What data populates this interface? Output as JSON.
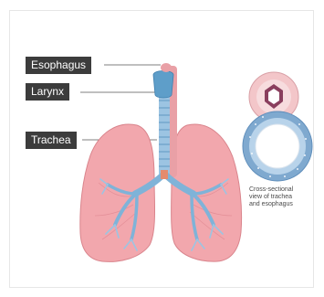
{
  "labels": {
    "esophagus": "Esophagus",
    "larynx": "Larynx",
    "trachea": "Trachea"
  },
  "caption": {
    "line1": "Cross-sectional",
    "line2": "view of trachea",
    "line3": "and esophagus"
  },
  "colors": {
    "label_bg": "#3c3c3c",
    "lung": "#f2a7ad",
    "trachea": "#7fb3d8",
    "esophagus": "#e9a0a6",
    "larynx": "#5e9ec9"
  }
}
